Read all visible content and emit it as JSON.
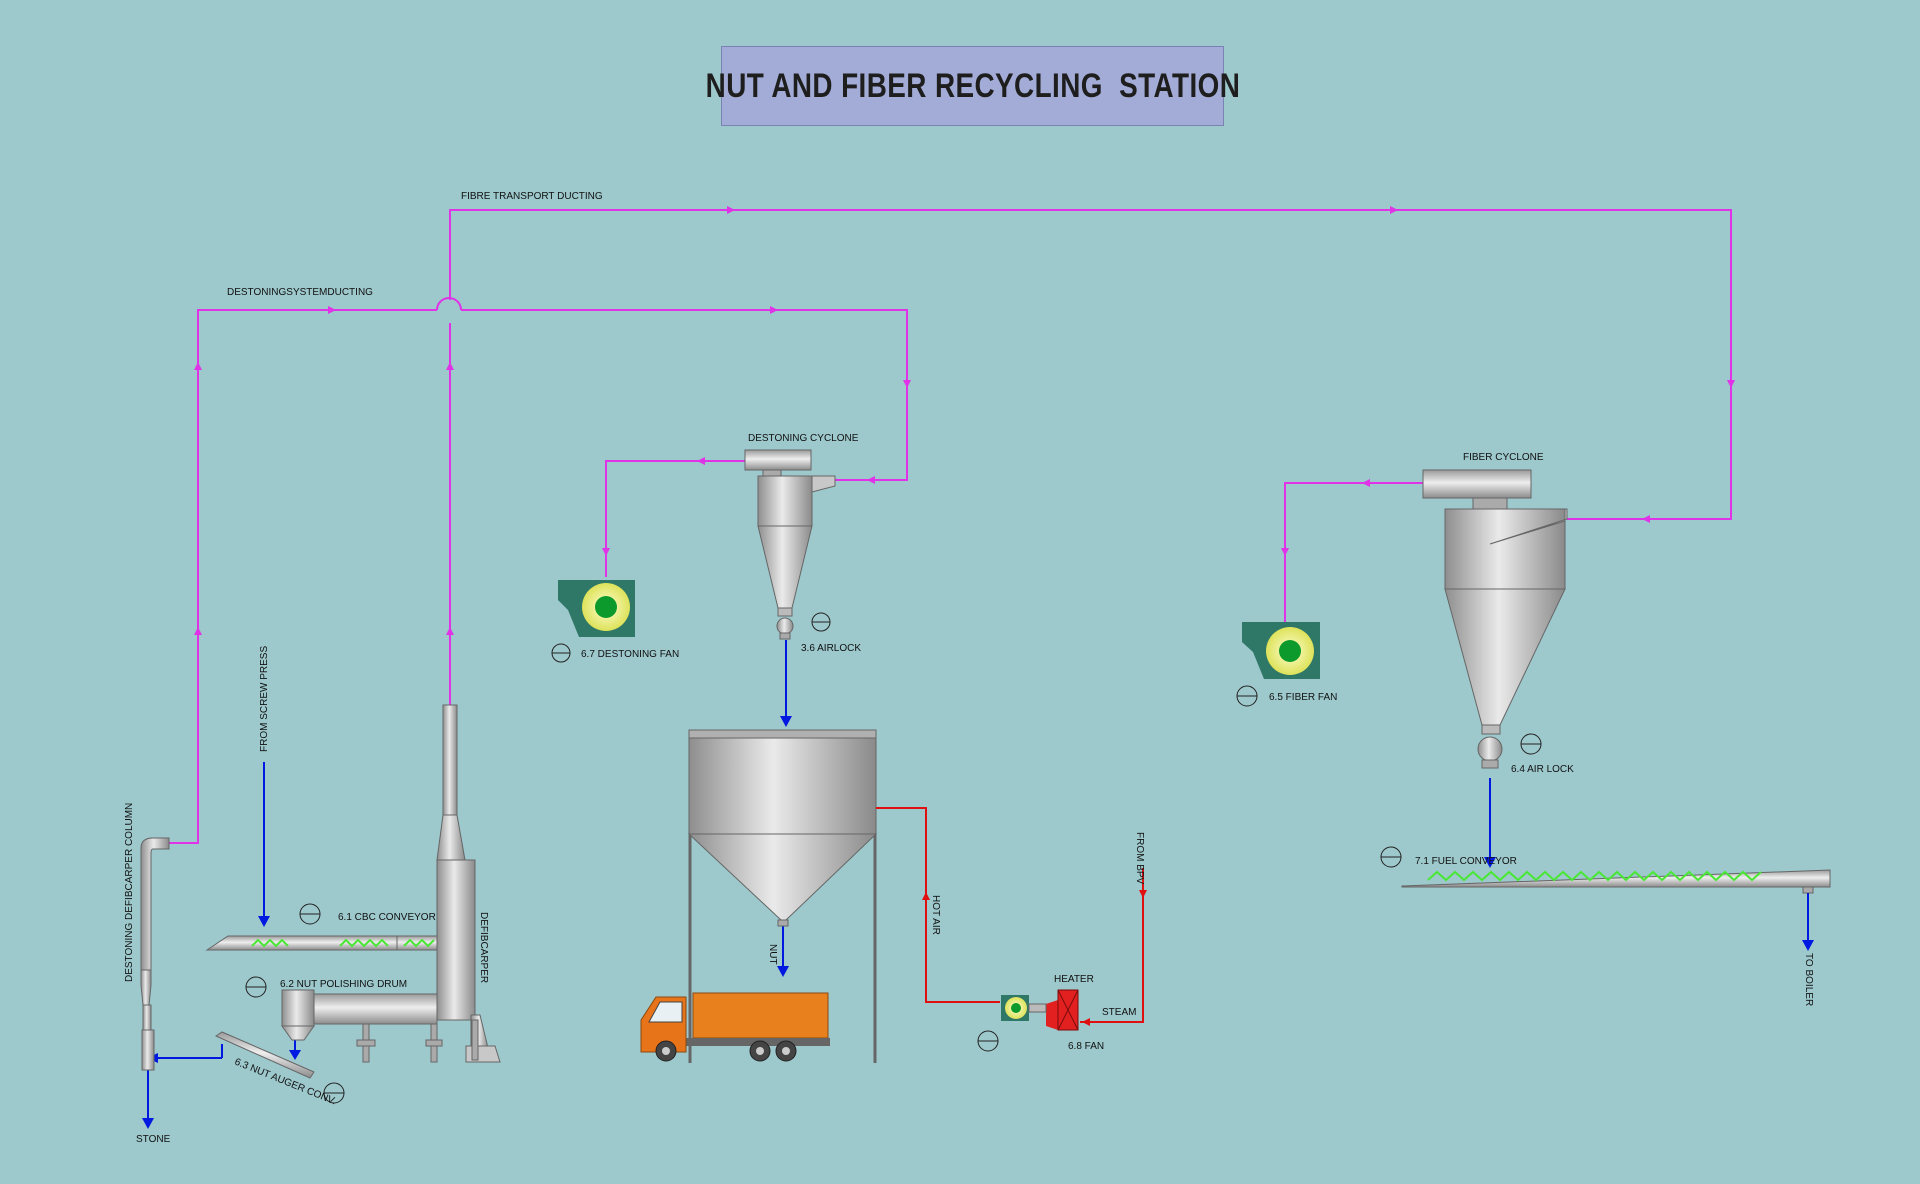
{
  "title": "NUT AND FIBER RECYCLING  STATION",
  "labels": {
    "fibre_duct": "FIBRE TRANSPORT DUCTING",
    "destoning_duct": "DESTONINGSYSTEMDUCTING",
    "destoning_cyclone": "DESTONING CYCLONE",
    "fiber_cyclone": "FIBER CYCLONE",
    "destoning_fan": "6.7 DESTONING FAN",
    "airlock_1": "3.6 AIRLOCK",
    "fiber_fan": "6.5 FIBER FAN",
    "airlock_2": "6.4 AIR LOCK",
    "fuel_conveyor": "7.1 FUEL CONVEYOR",
    "to_boiler": "TO BOILER",
    "from_screw_press": "FROM   SCREW  PRESS",
    "cbc_conveyor": "6.1 CBC CONVEYOR",
    "nut_polishing_drum": "6.2 NUT POLISHING DRUM",
    "nut_auger": "6.3 NUT AUGER CONV.",
    "destoning_column": "DESTONING DEFIBCARPER COLUMN",
    "defibcarper": "DEFIBCARPER",
    "stone": "STONE",
    "nut": "NUT",
    "hot_air": "HOT AIR",
    "from_bpv": "FROM BPV",
    "heater": "HEATER",
    "steam": "STEAM",
    "fan_68": "6.8 FAN"
  },
  "colors": {
    "background": "#9dc8cc",
    "title_box": "#a3acd6",
    "air_duct": "#e033e8",
    "material_flow": "#0019e0",
    "hot_air_line": "#e01010",
    "fan_body": "#2f7766",
    "fan_ring": "#eef07a",
    "fan_core": "#0c9a2c",
    "screw_flight": "#49e834",
    "truck_cab": "#e8741a",
    "truck_box": "#e8801e",
    "heater": "#e32020"
  }
}
